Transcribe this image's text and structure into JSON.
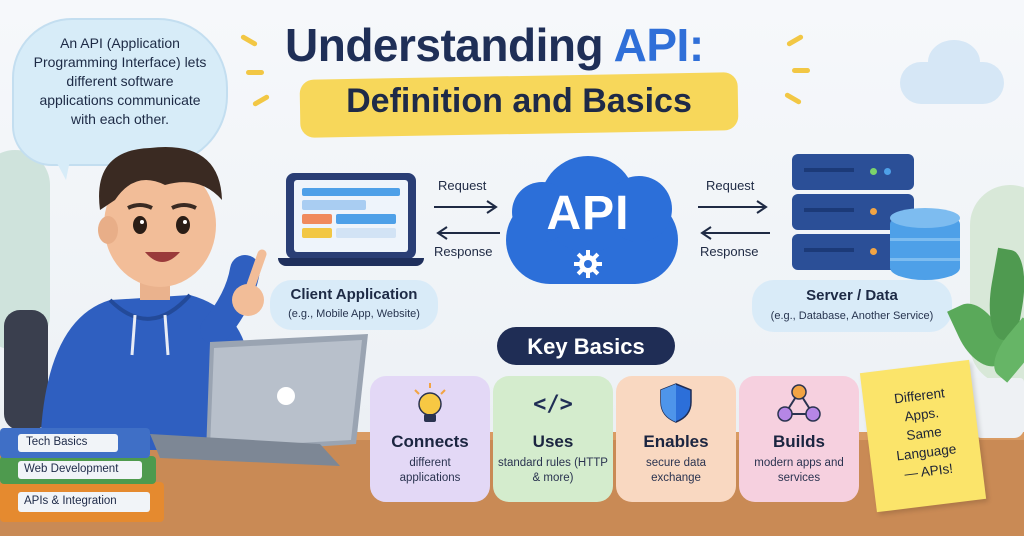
{
  "title": {
    "line1_prefix": "Understanding ",
    "line1_highlight": "API:",
    "line2": "Definition and Basics"
  },
  "speech_bubble": {
    "text": "An API (Application Programming Interface) lets different software applications communicate with each other."
  },
  "client": {
    "title": "Client Application",
    "subtitle": "(e.g., Mobile App, Website)"
  },
  "api_center": {
    "label": "API"
  },
  "server": {
    "title": "Server / Data",
    "subtitle": "(e.g., Database, Another Service)"
  },
  "arrows": {
    "left_request": "Request",
    "left_response": "Response",
    "right_request": "Request",
    "right_response": "Response"
  },
  "key_basics": {
    "heading": "Key Basics",
    "cards": [
      {
        "title": "Connects",
        "desc": "different applications",
        "color": "#e3d8f6",
        "icon": "lightbulb-icon"
      },
      {
        "title": "Uses",
        "desc": "standard rules (HTTP & more)",
        "color": "#d4eccd",
        "icon": "code-icon"
      },
      {
        "title": "Enables",
        "desc": "secure data exchange",
        "color": "#f9d8c1",
        "icon": "shield-icon"
      },
      {
        "title": "Builds",
        "desc": "modern apps and services",
        "color": "#f6d0df",
        "icon": "network-icon"
      }
    ]
  },
  "sticky_note": {
    "line1": "Different",
    "line2": "Apps.",
    "line3": "Same",
    "line4": "Language",
    "line5": "— APIs!"
  },
  "books": [
    {
      "label": "Tech Basics",
      "color": "#3f6fc6"
    },
    {
      "label": "Web Development",
      "color": "#4e9a4e"
    },
    {
      "label": "APIs & Integration",
      "color": "#e58a2f"
    }
  ],
  "colors": {
    "title_dark": "#1f2f57",
    "api_blue": "#2c6fd9",
    "banner_yellow": "#f7d75a",
    "navy": "#1f2d55"
  }
}
